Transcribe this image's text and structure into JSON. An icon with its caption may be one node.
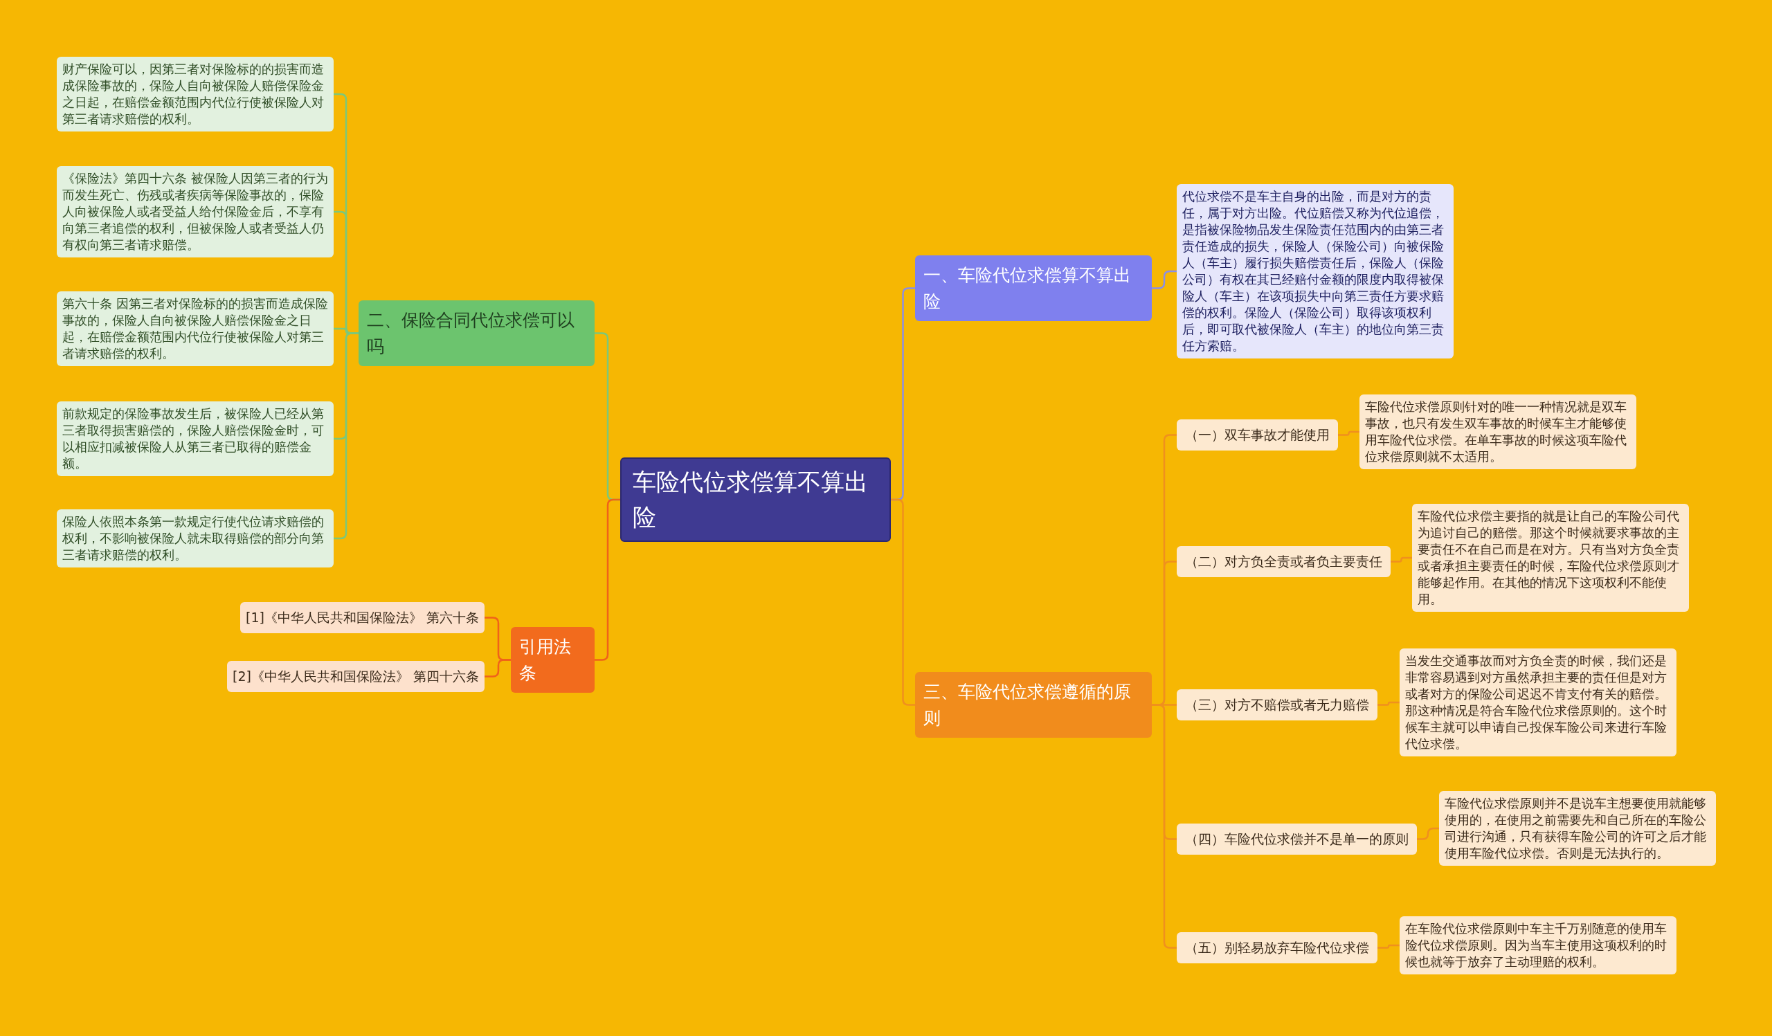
{
  "diagram": {
    "nodes": [
      {
        "text": [
          "车险代位求偿算不算出险"
        ]
      },
      {
        "text": [
          "一、车险代位求偿算不算出险"
        ]
      },
      {
        "text": [
          "代位求偿不是车主自身的出险，而是对方的责任，属于对方出险。代位赔偿又称为代位追偿，是指被保险物品发生保险责任范围内的由第三者责任造成的损失，保险人（保险公司）向被保险人（车主）履行损失赔偿责任后，保险人（保险公司）有权在其已经赔付金额的限度内取得被保险人（车主）在该项损失中向第三责任方要求赔偿的权利。保险人（保险公司）取得该项权利后，即可取代被保险人（车主）的地位向第三责任方索赔。"
        ]
      },
      {
        "text": [
          "三、车险代位求偿遵循的原则"
        ]
      },
      {
        "text": [
          "（一）双车事故才能使用"
        ]
      },
      {
        "text": [
          "车险代位求偿原则针对的唯一一种情况就是双车事故，也只有发生双车事故的时候车主才能够使用车险代位求偿。在单车事故的时候这项车险代位求偿原则就不太适用。"
        ]
      },
      {
        "text": [
          "（二）对方负全责或者负主要责任"
        ]
      },
      {
        "text": [
          "车险代位求偿主要指的就是让自己的车险公司代为追讨自己的赔偿。那这个时候就要求事故的主要责任不在自己而是在对方。只有当对方负全责或者承担主要责任的时候，车险代位求偿原则才能够起作用。在其他的情况下这项权利不能使用。"
        ]
      },
      {
        "text": [
          "（三）对方不赔偿或者无力赔偿"
        ]
      },
      {
        "text": [
          "当发生交通事故而对方负全责的时候，我们还是非常容易遇到对方虽然承担主要的责任但是对方或者对方的保险公司迟迟不肯支付有关的赔偿。那这种情况是符合车险代位求偿原则的。这个时候车主就可以申请自己投保车险公司来进行车险代位求偿。"
        ]
      },
      {
        "text": [
          "（四）车险代位求偿并不是单一的原则"
        ]
      },
      {
        "text": [
          "车险代位求偿原则并不是说车主想要使用就能够使用的，在使用之前需要先和自己所在的车险公司进行沟通，只有获得车险公司的许可之后才能使用车险代位求偿。否则是无法执行的。"
        ]
      },
      {
        "text": [
          "（五）别轻易放弃车险代位求偿"
        ]
      },
      {
        "text": [
          "在车险代位求偿原则中车主千万别随意的使用车险代位求偿原则。因为当车主使用这项权利的时候也就等于放弃了主动理赔的权利。"
        ]
      },
      {
        "text": [
          "二、保险合同代位求偿可以吗"
        ]
      },
      {
        "text": [
          "财产保险可以，因第三者对保险标的的损害而造成保险事故的，保险人自向被保险人赔偿保险金之日起，在赔偿金额范围内代位行使被保险人对第三者请求赔偿的权利。"
        ]
      },
      {
        "text": [
          "《保险法》第四十六条 被保险人因第三者的行为而发生死亡、伤残或者疾病等保险事故的，保险人向被保险人或者受益人给付保险金后，不享有向第三者追偿的权利，但被保险人或者受益人仍有权向第三者请求赔偿。"
        ]
      },
      {
        "text": [
          "第六十条 因第三者对保险标的的损害而造成保险事故的，保险人自向被保险人赔偿保险金之日起，在赔偿金额范围内代位行使被保险人对第三者请求赔偿的权利。"
        ]
      },
      {
        "text": [
          "前款规定的保险事故发生后，被保险人已经从第三者取得损害赔偿的，保险人赔偿保险金时，可以相应扣减被保险人从第三者已取得的赔偿金额。"
        ]
      },
      {
        "text": [
          "保险人依照本条第一款规定行使代位请求赔偿的权利，不影响被保险人就未取得赔偿的部分向第三者请求赔偿的权利。"
        ]
      },
      {
        "text": [
          "引用法条"
        ]
      },
      {
        "text": [
          "[1]《中华人民共和国保险法》 第六十条"
        ]
      },
      {
        "text": [
          "[2]《中华人民共和国保险法》 第四十六条"
        ]
      }
    ],
    "edges": [
      {
        "from": 0,
        "to": 1,
        "arrow": "none",
        "color": "#8c8ee6"
      },
      {
        "from": 1,
        "to": 2,
        "arrow": "none",
        "color": "#8c8ee6"
      },
      {
        "from": 0,
        "to": 3,
        "arrow": "none"
      },
      {
        "from": 3,
        "to": 4,
        "arrow": "none"
      },
      {
        "from": 4,
        "to": 5,
        "arrow": "none"
      },
      {
        "from": 3,
        "to": 6,
        "arrow": "none"
      },
      {
        "from": 6,
        "to": 7,
        "arrow": "none"
      },
      {
        "from": 3,
        "to": 8,
        "arrow": "none"
      },
      {
        "from": 8,
        "to": 9,
        "arrow": "none"
      },
      {
        "from": 3,
        "to": 10,
        "arrow": "none"
      },
      {
        "from": 10,
        "to": 11,
        "arrow": "none"
      },
      {
        "from": 3,
        "to": 12,
        "arrow": "none"
      },
      {
        "from": 12,
        "to": 13,
        "arrow": "none"
      },
      {
        "from": 0,
        "to": 14,
        "arrow": "none",
        "color": "#7cc87a"
      },
      {
        "from": 14,
        "to": 15,
        "arrow": "none",
        "color": "#7cc87a"
      },
      {
        "from": 14,
        "to": 16,
        "arrow": "none",
        "color": "#7cc87a"
      },
      {
        "from": 14,
        "to": 17,
        "arrow": "none",
        "color": "#7cc87a"
      },
      {
        "from": 14,
        "to": 18,
        "arrow": "none",
        "color": "#7cc87a"
      },
      {
        "from": 14,
        "to": 19,
        "arrow": "none",
        "color": "#7cc87a"
      },
      {
        "from": 0,
        "to": 20,
        "arrow": "none",
        "color": "#f0621a"
      },
      {
        "from": 20,
        "to": 21,
        "arrow": "none",
        "color": "#f0621a"
      },
      {
        "from": 20,
        "to": 22,
        "arrow": "none",
        "color": "#f0621a"
      }
    ]
  }
}
